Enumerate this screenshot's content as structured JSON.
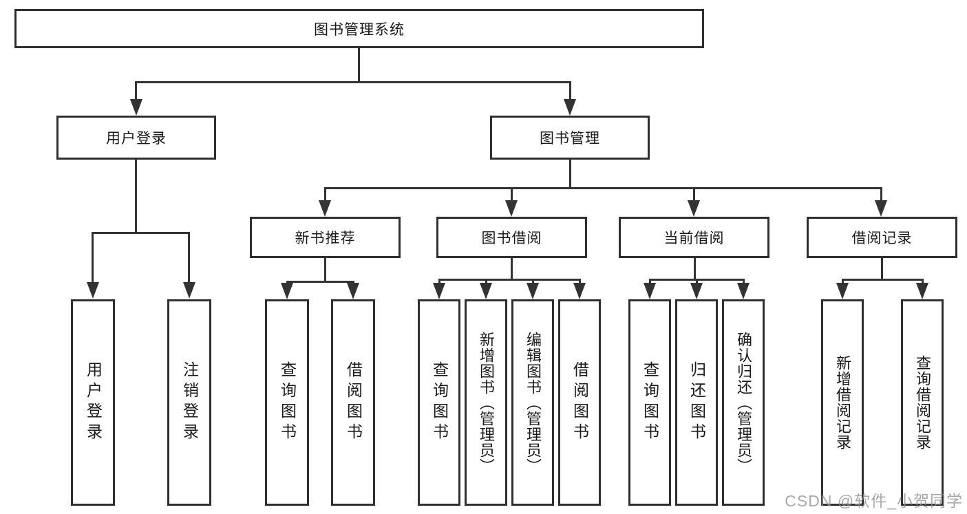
{
  "diagram_title": "图书管理系统",
  "nodes": {
    "root": "图书管理系统",
    "user_login": "用户登录",
    "book_mgmt": "图书管理",
    "new_book_rec": "新书推荐",
    "book_borrow": "图书借阅",
    "current_borrow": "当前借阅",
    "borrow_records": "借阅记录",
    "leaves": {
      "user_login": [
        "用户登录",
        "注销登录"
      ],
      "new_book_rec": [
        "查询图书",
        "借阅图书"
      ],
      "book_borrow": [
        "查询图书",
        "新增图书（管理员）",
        "编辑图书（管理员）",
        "借阅图书"
      ],
      "current_borrow": [
        "查询图书",
        "归还图书",
        "确认归还（管理员）"
      ],
      "borrow_records": [
        "新增借阅记录",
        "查询借阅记录"
      ]
    }
  },
  "edges": [
    [
      "图书管理系统",
      "用户登录"
    ],
    [
      "图书管理系统",
      "图书管理"
    ],
    [
      "用户登录",
      "用户登录"
    ],
    [
      "用户登录",
      "注销登录"
    ],
    [
      "图书管理",
      "新书推荐"
    ],
    [
      "图书管理",
      "图书借阅"
    ],
    [
      "图书管理",
      "当前借阅"
    ],
    [
      "图书管理",
      "借阅记录"
    ],
    [
      "新书推荐",
      "查询图书"
    ],
    [
      "新书推荐",
      "借阅图书"
    ],
    [
      "图书借阅",
      "查询图书"
    ],
    [
      "图书借阅",
      "新增图书（管理员）"
    ],
    [
      "图书借阅",
      "编辑图书（管理员）"
    ],
    [
      "图书借阅",
      "借阅图书"
    ],
    [
      "当前借阅",
      "查询图书"
    ],
    [
      "当前借阅",
      "归还图书"
    ],
    [
      "当前借阅",
      "确认归还（管理员）"
    ],
    [
      "借阅记录",
      "新增借阅记录"
    ],
    [
      "借阅记录",
      "查询借阅记录"
    ]
  ],
  "colors": {
    "line": "#333333",
    "box_border": "#2f2f2f",
    "box_fill": "#ffffff",
    "text": "#1a1a1a",
    "watermark": "#949494"
  },
  "watermark": "CSDN @软件_小贺同学"
}
